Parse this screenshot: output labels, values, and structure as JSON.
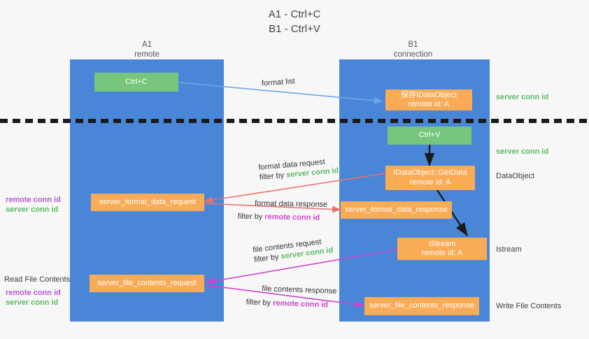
{
  "title": {
    "line1": "A1 - Ctrl+C",
    "line2": "B1 - Ctrl+V"
  },
  "lanes": [
    {
      "id": "A1",
      "name": "A1",
      "sub": "remote",
      "color": "#4a86d8"
    },
    {
      "id": "B1",
      "name": "B1",
      "sub": "connection",
      "color": "#4a86d8"
    }
  ],
  "colors": {
    "lane": "#4a86d8",
    "green_box": "#78c57e",
    "orange_box": "#f9ab56",
    "server_conn": "#5cba62",
    "remote_conn": "#b957d4",
    "arrow_blue": "#6aa8e8",
    "arrow_red": "#e8736a",
    "arrow_magenta": "#cc44cc",
    "arrow_black": "#1a1a1a",
    "background": "#f7f7f7"
  },
  "boxes": {
    "ctrl_c": {
      "line1": "Ctrl+C",
      "line2": ""
    },
    "save_idataobject": {
      "line1": "保存IDataObject",
      "line2": "remote id: A"
    },
    "ctrl_v": {
      "line1": "Ctrl+V",
      "line2": ""
    },
    "getdata": {
      "line1": "IDataObject::GetData",
      "line2": "remote id: A"
    },
    "istream": {
      "line1": "IStream",
      "line2": "remote id: A"
    },
    "format_data_request": {
      "line1": "server_format_data_request",
      "line2": ""
    },
    "format_data_response": {
      "line1": "server_format_data_response",
      "line2": ""
    },
    "file_contents_request": {
      "line1": "server_file_contents_request",
      "line2": ""
    },
    "file_contents_response": {
      "line1": "server_file_contents_response",
      "line2": ""
    }
  },
  "arrow_labels": {
    "format_list": "format list",
    "format_data_request_l1": "format data request",
    "format_data_request_l2_prefix": "filter by ",
    "format_data_request_l2_hl": "server conn id",
    "format_data_response_l1": "format data response",
    "format_data_response_l2_prefix": "filter by ",
    "format_data_response_l2_hl": "remote conn id",
    "file_contents_request_l1": "file contents request",
    "file_contents_request_l2_prefix": "filter by ",
    "file_contents_request_l2_hl": "server conn id",
    "file_contents_response_l1": "file contents response",
    "file_contents_response_l2_prefix": "filter by ",
    "file_contents_response_l2_hl": "remote conn id"
  },
  "right_annotations": {
    "server_conn_top": "server conn id",
    "server_conn_mid": "server conn id",
    "dataobject": "DataObject",
    "istream": "Istream",
    "write_file_contents": "Write File Contents"
  },
  "left_annotations": {
    "remote_conn_1": "remote conn id",
    "server_conn_1": "server conn id",
    "read_file_contents": "Read File Contents",
    "remote_conn_2": "remote conn id",
    "server_conn_2": "server conn id"
  }
}
